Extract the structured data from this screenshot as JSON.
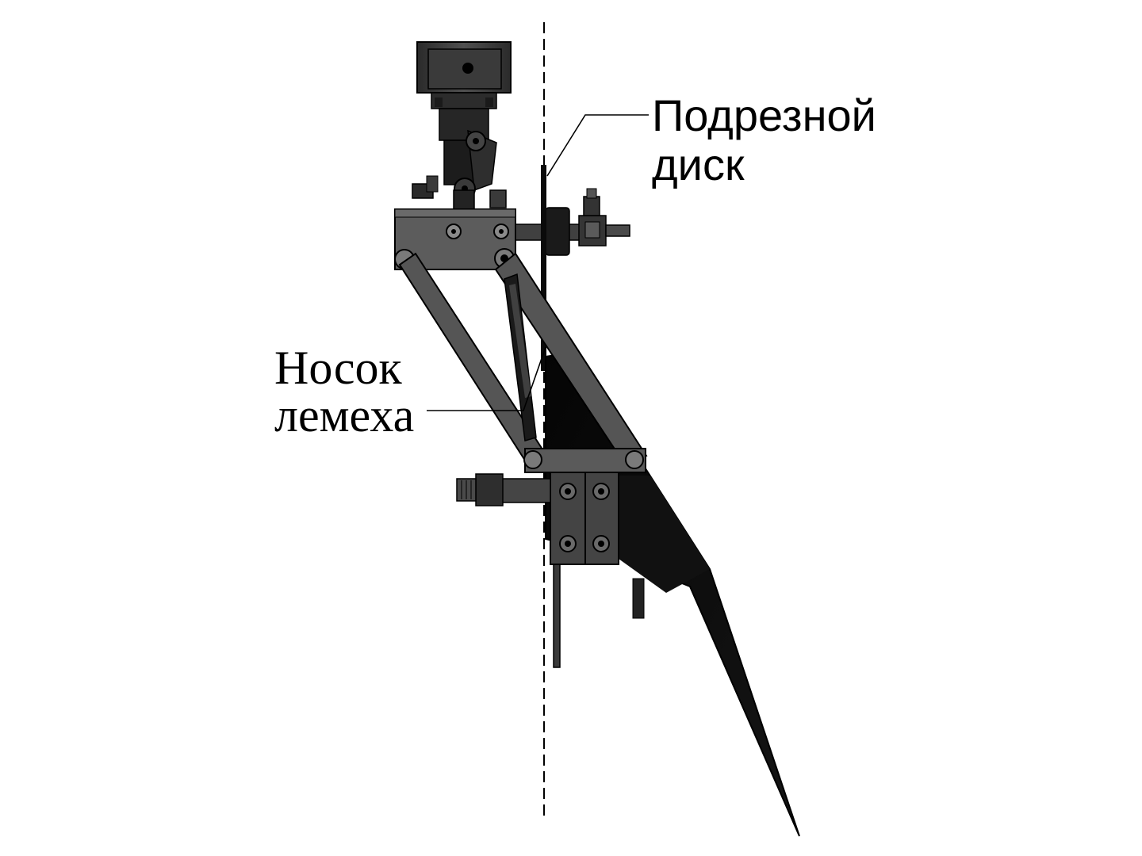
{
  "labels": {
    "disc": {
      "line1": "Подрезной",
      "line2": "диск"
    },
    "toe": {
      "line1": "Носок",
      "line2": "лемеха"
    }
  },
  "colors": {
    "ink": "#000000",
    "metal_dark": "#1e1e1e",
    "metal_mid": "#3c3c3c",
    "metal_light": "#5a5a5a",
    "background": "#ffffff"
  }
}
